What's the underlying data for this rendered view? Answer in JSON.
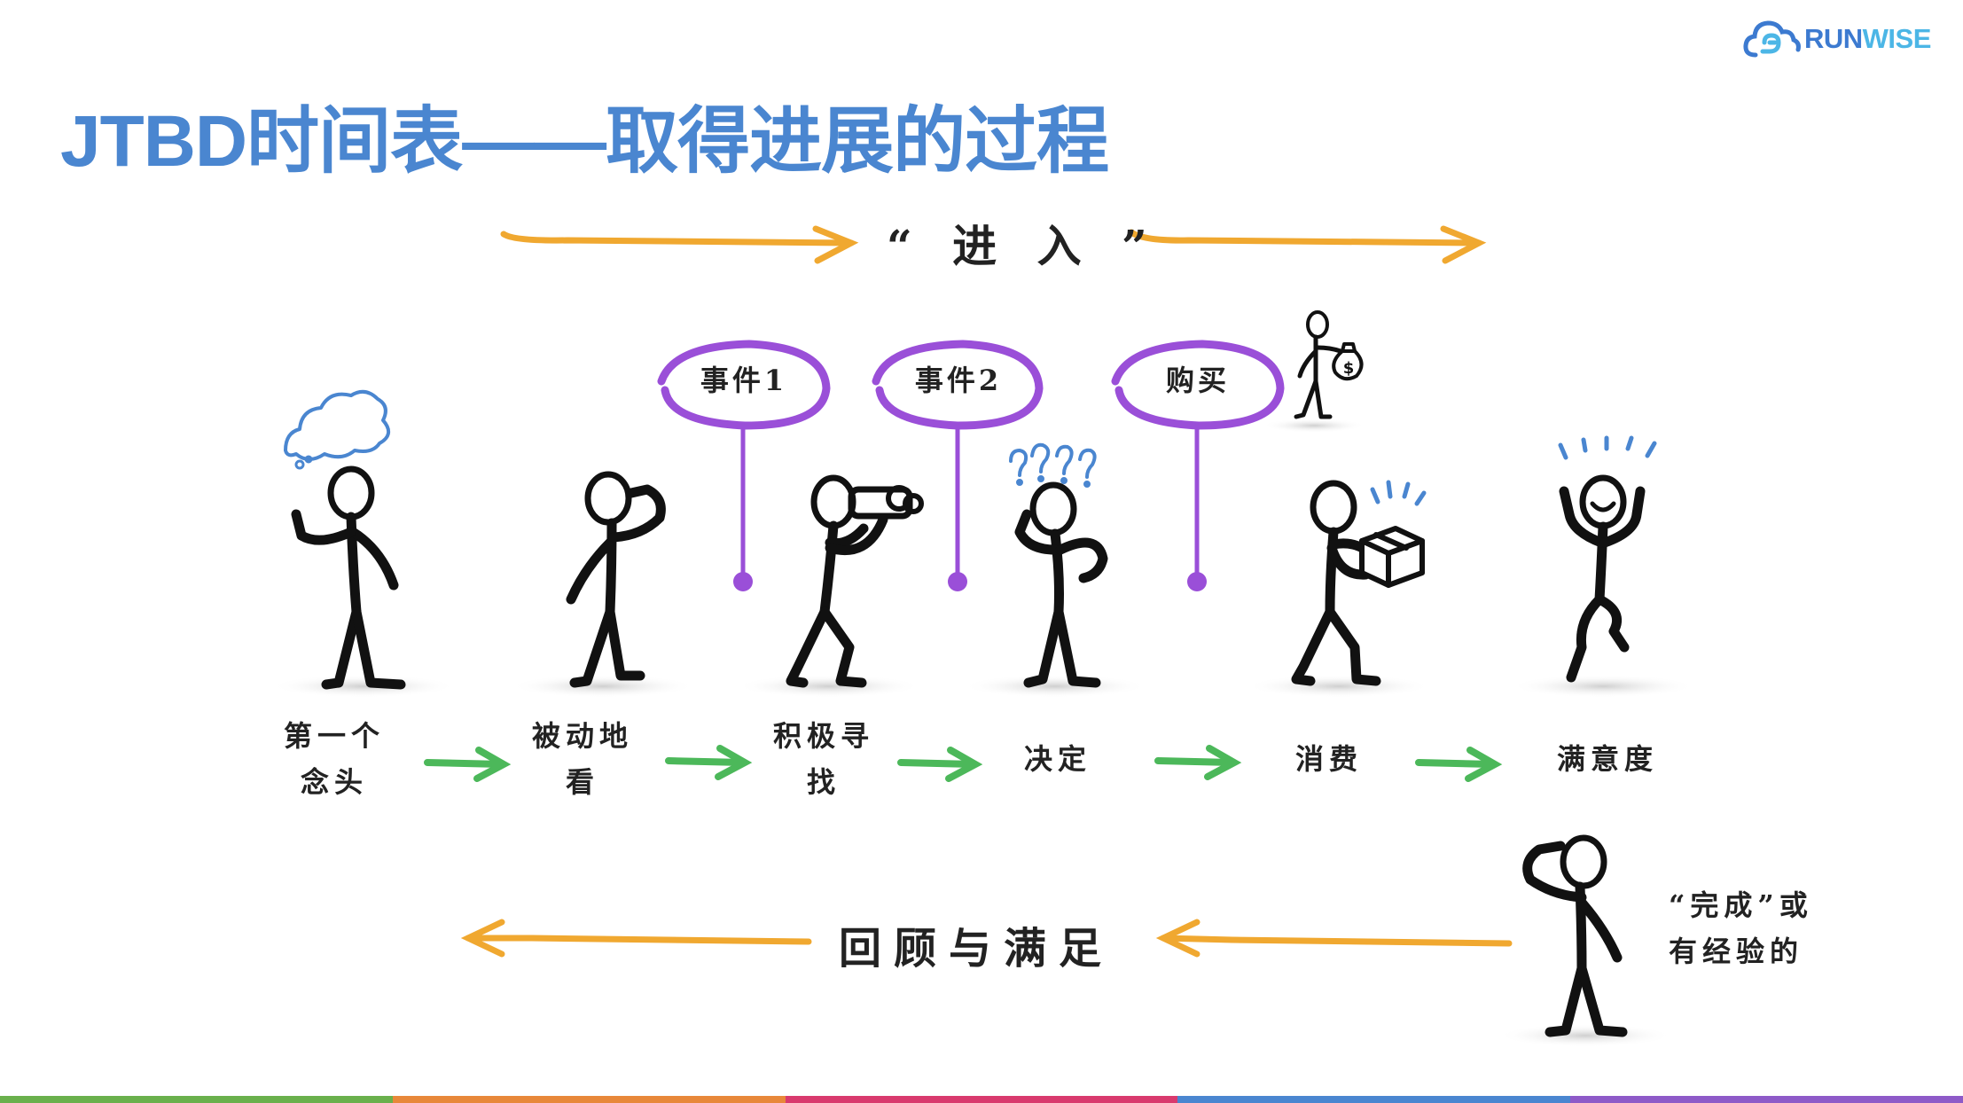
{
  "slide": {
    "title": "JTBD时间表——取得进展的过程",
    "enter_label": "“ 进 入 ”",
    "review_label": "回顾与满足"
  },
  "logo": {
    "run": "RUN",
    "wise": "WISE",
    "icon": "cloud-logo-icon"
  },
  "events": [
    {
      "label": "事件1"
    },
    {
      "label": "事件2"
    },
    {
      "label": "购买"
    }
  ],
  "stages": [
    {
      "line1": "第一个",
      "line2": "念头",
      "figure": "thinking-figure-icon"
    },
    {
      "line1": "被动地",
      "line2": "看",
      "figure": "looking-figure-icon"
    },
    {
      "line1": "积极寻",
      "line2": "找",
      "figure": "binoculars-figure-icon"
    },
    {
      "line1": "决定",
      "line2": "",
      "figure": "confused-figure-icon"
    },
    {
      "line1": "消费",
      "line2": "",
      "figure": "box-figure-icon"
    },
    {
      "line1": "满意度",
      "line2": "",
      "figure": "happy-figure-icon"
    }
  ],
  "done": {
    "line1": "“完成”或",
    "line2": "有经验的"
  },
  "colors": {
    "title": "#4a86d0",
    "orange_arrow": "#f0a830",
    "green_arrow": "#4cb85a",
    "event_purple": "#9a4fd8",
    "bottom_bar": [
      "#6ab04c",
      "#e8883a",
      "#d93a6e",
      "#4a86d0",
      "#8e5ac8"
    ]
  }
}
